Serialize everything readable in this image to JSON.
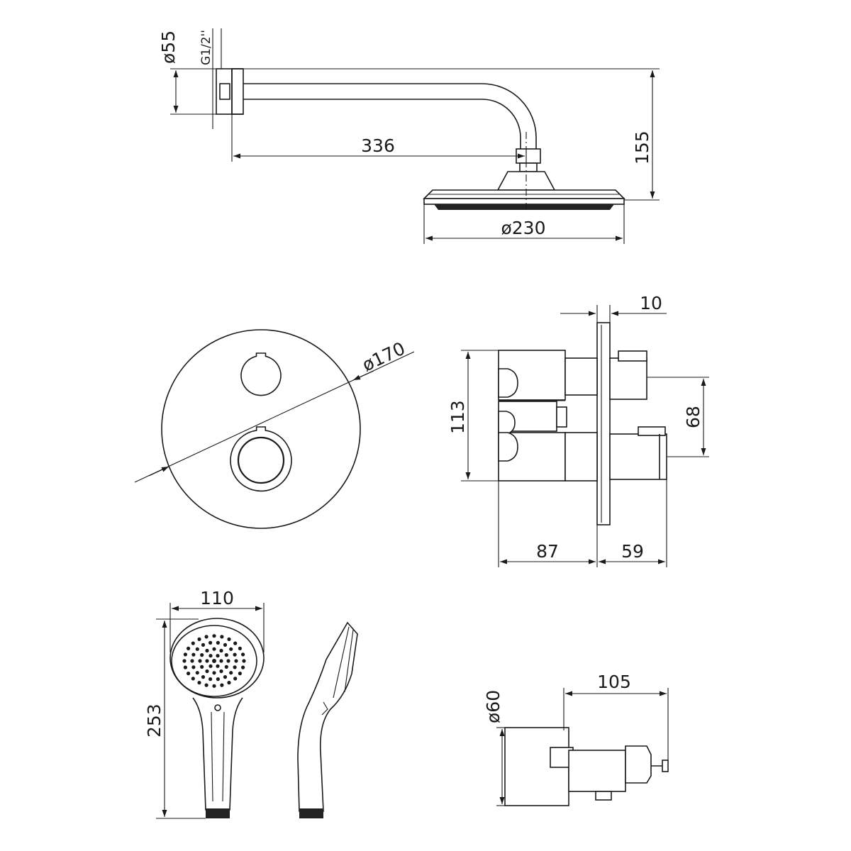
{
  "colors": {
    "line": "#1a1a1a",
    "background": "#ffffff"
  },
  "dimensions": {
    "arm_flange_dia": "ø55",
    "thread": "G1/2''",
    "arm_length": "336",
    "arm_height": "155",
    "head_dia": "ø230",
    "plate_dia": "ø170",
    "plate_thickness": "10",
    "body_height": "113",
    "outlet_spacing": "68",
    "body_depth": "87",
    "projection": "59",
    "hand_width": "110",
    "hand_length": "253",
    "outlet_length": "105",
    "outlet_dia": "ø60"
  }
}
